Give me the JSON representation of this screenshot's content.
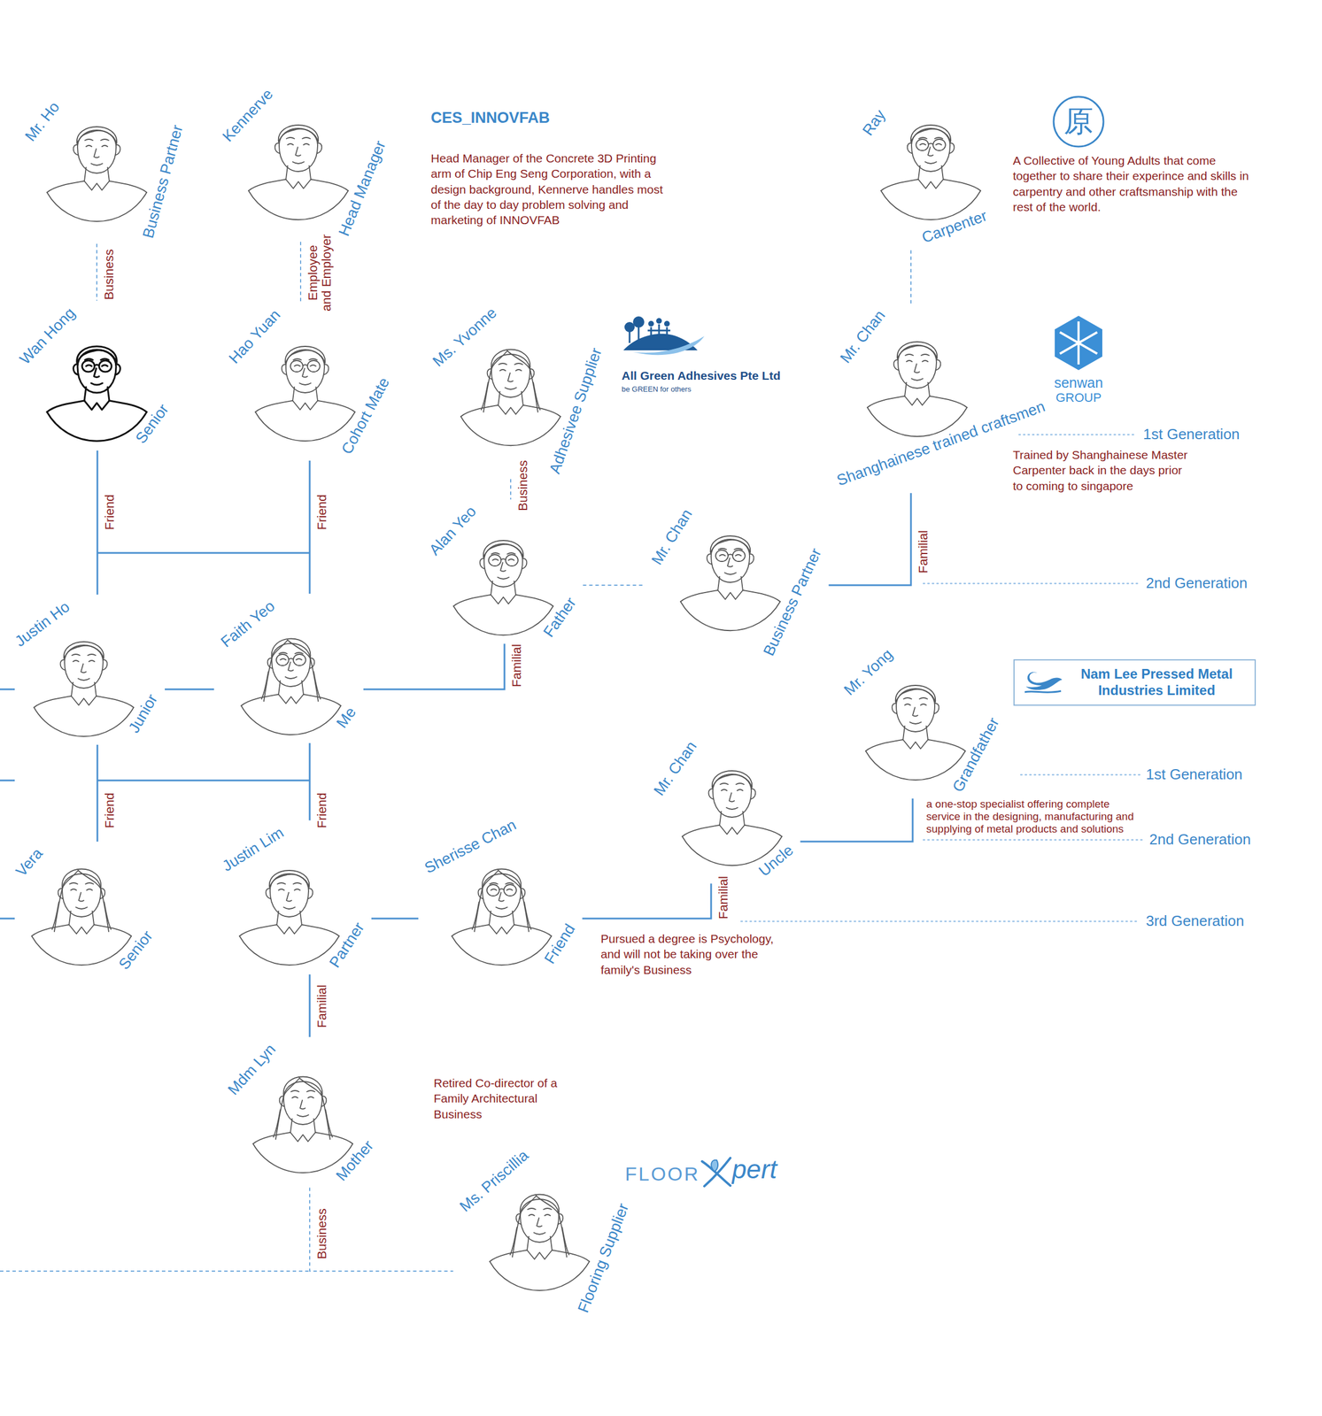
{
  "diagram": {
    "nodes": [
      {
        "text": [
          "Mr. Ho",
          "Business Partner"
        ]
      },
      {
        "text": [
          "Kennerve",
          "Head Manager"
        ]
      },
      {
        "text": [
          "Ray",
          "Carpenter"
        ]
      },
      {
        "text": [
          "Wan Hong",
          "Senior"
        ]
      },
      {
        "text": [
          "Hao Yuan",
          "Cohort Mate"
        ]
      },
      {
        "text": [
          "Ms. Yvonne",
          "Adhesivee Supplier"
        ]
      },
      {
        "text": [
          "Mr. Chan",
          "Shanghainese trained craftsmen"
        ]
      },
      {
        "text": [
          "Alan Yeo",
          "Father"
        ]
      },
      {
        "text": [
          "Mr. Chan",
          "Business Partner"
        ]
      },
      {
        "text": [
          "Justin Ho",
          "Junior"
        ]
      },
      {
        "text": [
          "Faith Yeo",
          "Me"
        ]
      },
      {
        "text": [
          "Nam Lee Pressed Metal Industries Limited"
        ]
      },
      {
        "text": [
          "Mr. Yong",
          "Grandfather"
        ]
      },
      {
        "text": [
          "Mr. Chan",
          "Uncle"
        ]
      },
      {
        "text": [
          "Vera",
          "Senior"
        ]
      },
      {
        "text": [
          "Justin Lim",
          "Partner"
        ]
      },
      {
        "text": [
          "Sherisse Chan",
          "Friend"
        ]
      },
      {
        "text": [
          "Mdm Lyn",
          "Mother"
        ]
      },
      {
        "text": [
          "Ms. Priscillia",
          "Flooring Supplier"
        ]
      }
    ],
    "edges": [
      {
        "from": 0,
        "to": 3,
        "label": "Business",
        "arrow": "none"
      },
      {
        "from": 1,
        "to": 4,
        "label": "Employee and Employer",
        "arrow": "none"
      },
      {
        "from": 2,
        "to": 6,
        "arrow": "none"
      },
      {
        "from": 5,
        "to": 7,
        "label": "Business",
        "arrow": "none"
      },
      {
        "from": 3,
        "to": 9,
        "label": "Friend",
        "arrow": "none"
      },
      {
        "from": 4,
        "to": 10,
        "label": "Friend",
        "arrow": "none"
      },
      {
        "from": 7,
        "to": 8,
        "arrow": "none"
      },
      {
        "from": 8,
        "to": 6,
        "label": "Familial",
        "arrow": "none"
      },
      {
        "from": 9,
        "to": 10,
        "arrow": "none"
      },
      {
        "from": 10,
        "to": 7,
        "label": "Familial",
        "arrow": "none"
      },
      {
        "from": 13,
        "to": 12,
        "arrow": "none"
      },
      {
        "from": 9,
        "to": 14,
        "label": "Friend",
        "arrow": "none"
      },
      {
        "from": 10,
        "to": 15,
        "label": "Friend",
        "arrow": "none"
      },
      {
        "from": 15,
        "to": 16,
        "arrow": "none"
      },
      {
        "from": 16,
        "to": 13,
        "label": "Familial",
        "arrow": "none"
      },
      {
        "from": 15,
        "to": 17,
        "label": "Familial",
        "arrow": "none"
      },
      {
        "from": 17,
        "to": 18,
        "label": "Business",
        "arrow": "none"
      }
    ],
    "labels": [
      "CES_INNOVFAB",
      "Head Manager of the Concrete 3D Printing arm of Chip Eng Seng Corporation, with a design background, Kennerve handles most of the day to day problem solving and marketing of INNOVFAB",
      "原",
      "A Collective of Young Adults that come together to share their experince and skills in carpentry and other craftsmanship with the rest of the world.",
      "All Green Adhesives Pte Ltd",
      "be GREEN for others",
      "senwan",
      "GROUP",
      "1st Generation",
      "Trained by Shanghainese Master Carpenter back in the days prior to coming to singapore",
      "2nd Generation",
      "1st Generation",
      "a one-stop specialist offering complete service in the designing, manufacturing and supplying of metal products and solutions",
      "2nd Generation",
      "3rd Generation",
      "Pursued a degree is Psychology, and will not be taking over the family's Business",
      "Retired Co-director of a Family Architectural Business",
      "FLOOR",
      "pert"
    ]
  }
}
